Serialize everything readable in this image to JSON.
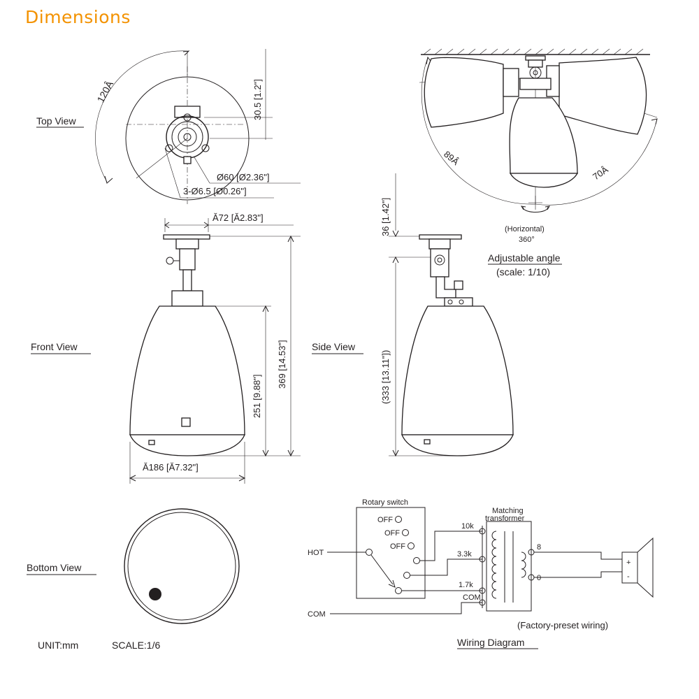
{
  "title": "Dimensions",
  "colors": {
    "title": "#f39200",
    "line": "#231f20",
    "background": "#ffffff"
  },
  "views": {
    "top": "Top View",
    "front": "Front View",
    "side": "Side View",
    "bottom": "Bottom View"
  },
  "dimensions": {
    "top_angle": "120Â",
    "top_height": "30.5 [1.2\"]",
    "top_hole_dia": "Ø60 [Ø2.36\"]",
    "top_screw": "3-Ø6.5 [Ø0.26\"]",
    "bracket_width": "Ă72 [Ă2.83\"]",
    "total_height": "369 [14.53\"]",
    "body_height": "251 [9.88\"]",
    "body_width": "Ă186 [Ă7.32\"]",
    "side_top": "36 [1.42\"]",
    "side_height": "(333 [13.11\"])"
  },
  "adjust": {
    "left_angle": "89Â",
    "right_angle": "70Â",
    "horizontal": "(Horizontal)",
    "rotation": "360°",
    "title": "Adjustable angle",
    "scale": "(scale: 1/10)"
  },
  "footer": {
    "unit": "UNIT:mm",
    "scale": "SCALE:1/6"
  },
  "wiring": {
    "rotary_switch": "Rotary switch",
    "off_labels": [
      "OFF",
      "OFF",
      "OFF"
    ],
    "hot": "HOT",
    "com": "COM",
    "transformer_line1": "Matching",
    "transformer_line2": "transformer",
    "taps": [
      "10k",
      "3.3k",
      "1.7k",
      "COM"
    ],
    "secondary": [
      "8",
      "0"
    ],
    "polarity": [
      "+",
      "-"
    ],
    "note": "(Factory-preset wiring)",
    "title": "Wiring Diagram"
  }
}
